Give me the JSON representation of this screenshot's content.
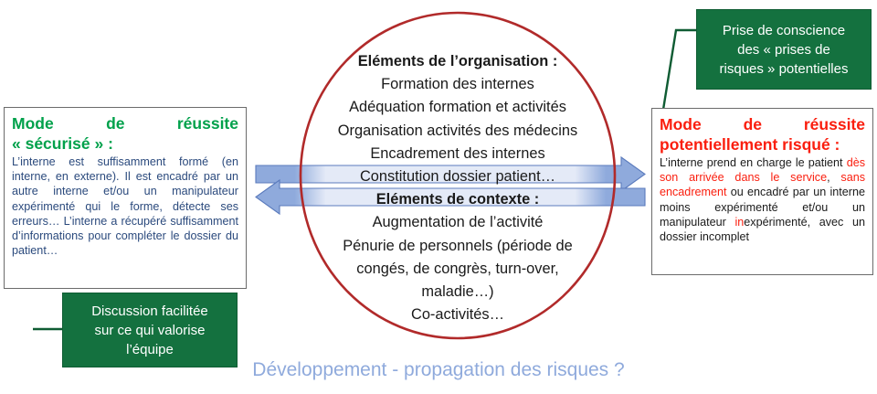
{
  "diagram": {
    "caption": "Développement - propagation des risques ?",
    "colors": {
      "green_accent": "#00a14b",
      "red_accent": "#fa1e0e",
      "navy_text": "#2b4a7d",
      "circle_stroke": "#b12a2a",
      "arrow_blue": "#8faadc",
      "green_box_bg": "#14713f",
      "caption_blue": "#8faadc"
    }
  },
  "secure_box": {
    "title_lines": [
      "Mode de réussite",
      "« sécurisé » :"
    ],
    "body": "L’interne est suffisamment formé (en interne, en externe). Il est encadré par un autre interne et/ou un manipulateur expérimenté qui le forme, détecte ses erreurs… L’interne a récupéré suffisamment d’informations pour compléter le dossier du patient…"
  },
  "risky_box": {
    "title_lines": [
      "Mode de réussite",
      "potentiellement risqué :"
    ],
    "body_parts": [
      {
        "text": "L’interne prend en charge le patient ",
        "highlight": false
      },
      {
        "text": "dès son arrivée dans le service",
        "highlight": true
      },
      {
        "text": ", ",
        "highlight": false
      },
      {
        "text": "sans encadrement",
        "highlight": true
      },
      {
        "text": " ou encadré par un interne moins expérimenté et/ou un manipulateur ",
        "highlight": false
      },
      {
        "text": "in",
        "highlight": true
      },
      {
        "text": "expérimenté, avec un dossier incomplet",
        "highlight": false
      }
    ],
    "body_plain": "L’interne prend en charge le patient dès son arrivée dans le service, sans encadrement ou encadré par un interne moins expérimenté et/ou un manipulateur inexpérimenté, avec un dossier incomplet"
  },
  "circle": {
    "organisation_heading": "Eléments de l’organisation :",
    "organisation_items": [
      "Formation des internes",
      "Adéquation formation et activités",
      "Organisation activités des médecins",
      "Encadrement des internes",
      "Constitution dossier patient…"
    ],
    "contexte_heading": "Eléments de contexte :",
    "contexte_items": [
      "Augmentation de l’activité",
      "Pénurie de personnels (période de",
      "congés, de congrès, turn-over,",
      "maladie…)",
      "Co-activités…"
    ]
  },
  "awareness_box": {
    "lines": [
      "Prise de conscience",
      "des « prises de",
      "risques » potentielles"
    ]
  },
  "discussion_box": {
    "lines": [
      "Discussion facilitée",
      "sur ce qui valorise",
      "l’équipe"
    ]
  }
}
